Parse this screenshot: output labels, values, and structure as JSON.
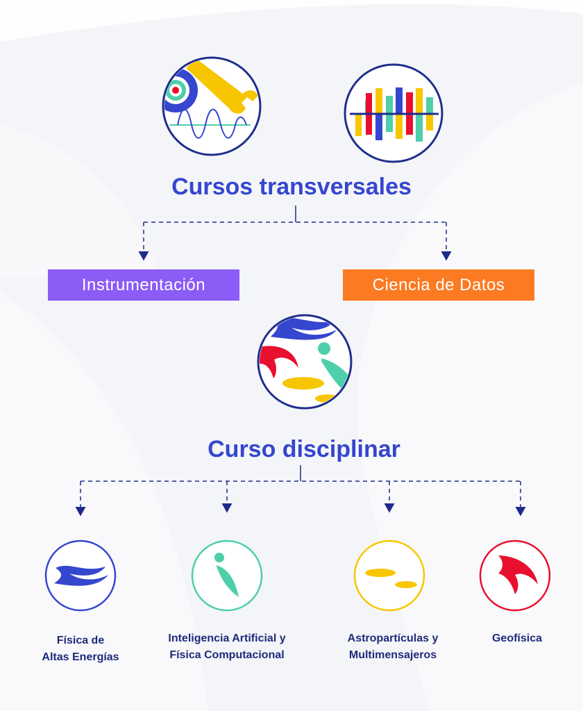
{
  "transversal": {
    "title": "Cursos transversales",
    "courses": [
      {
        "label": "Instrumentación",
        "color": "#8b5cf6",
        "icon": "gear-wrench-wave-icon"
      },
      {
        "label": "Ciencia de Datos",
        "color": "#fb7a22",
        "icon": "bar-chart-icon"
      }
    ]
  },
  "disciplinar": {
    "title": "Curso disciplinar",
    "icon": "disciplines-combined-icon",
    "courses": [
      {
        "label": "Física de Altas Energías",
        "line1": "Física de",
        "line2": "Altas Energías",
        "color": "#3546cf"
      },
      {
        "label": "Inteligencia Artificial y Física Computacional",
        "line1": "Inteligencia Artificial y",
        "line2": "Física Computacional",
        "color": "#4ecfa9"
      },
      {
        "label": "Astropartículas y Multimensajeros",
        "line1": "Astropartículas y",
        "line2": "Multimensajeros",
        "color": "#f7c600"
      },
      {
        "label": "Geofísica",
        "line1": "Geofísica",
        "line2": "",
        "color": "#e8102e"
      }
    ]
  }
}
